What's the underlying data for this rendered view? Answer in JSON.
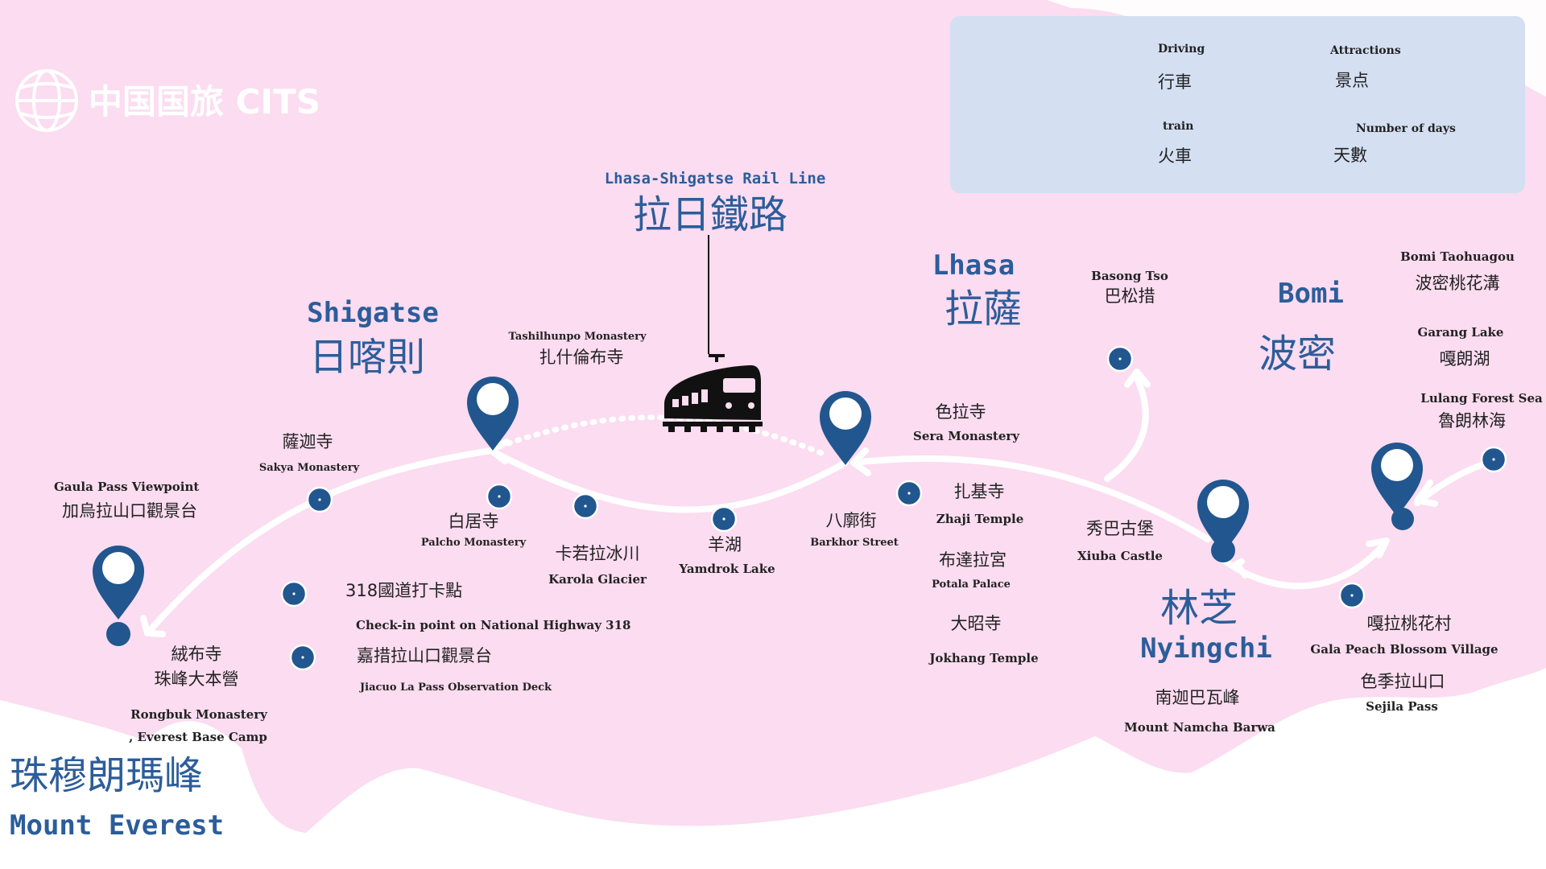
{
  "logo": {
    "text": "中国国旅 CITS"
  },
  "legend": {
    "driving_en": "Driving",
    "driving_zh": "行車",
    "train_en": "train",
    "train_zh": "火車",
    "attractions_en": "Attractions",
    "attractions_zh": "景点",
    "days_en": "Number of days",
    "days_zh": "天數"
  },
  "rail": {
    "en": "Lhasa-Shigatse Rail Line",
    "zh": "拉日鐵路"
  },
  "cities": {
    "shigatse": {
      "en": "Shigatse",
      "zh": "日喀則"
    },
    "lhasa": {
      "en": "Lhasa",
      "zh": "拉薩"
    },
    "bomi": {
      "en": "Bomi",
      "zh": "波密"
    },
    "nyingchi": {
      "zh": "林芝",
      "en": "Nyingchi"
    },
    "everest": {
      "zh": "珠穆朗瑪峰",
      "en": "Mount Everest"
    }
  },
  "attractions": {
    "gaula": {
      "en": "Gaula Pass Viewpoint",
      "zh": "加烏拉山口觀景台"
    },
    "sakya": {
      "zh": "薩迦寺",
      "en": "Sakya Monastery"
    },
    "tashilhunpo": {
      "en": "Tashilhunpo Monastery",
      "zh": "扎什倫布寺"
    },
    "palcho": {
      "zh": "白居寺",
      "en": "Palcho Monastery"
    },
    "karola": {
      "zh": "卡若拉冰川",
      "en": "Karola Glacier"
    },
    "yamdrok": {
      "zh": "羊湖",
      "en": "Yamdrok Lake"
    },
    "barkhor": {
      "zh": "八廓街",
      "en": "Barkhor Street"
    },
    "sera": {
      "zh": "色拉寺",
      "en": "Sera Monastery"
    },
    "zhaji": {
      "zh": "扎基寺",
      "en": "Zhaji Temple"
    },
    "potala": {
      "zh": "布達拉宮",
      "en": "Potala Palace"
    },
    "jokhang": {
      "zh": "大昭寺",
      "en": "Jokhang Temple"
    },
    "xiuba": {
      "zh": "秀巴古堡",
      "en": "Xiuba Castle"
    },
    "basong": {
      "en": "Basong Tso",
      "zh": "巴松措"
    },
    "namcha": {
      "zh": "南迦巴瓦峰",
      "en": "Mount Namcha Barwa"
    },
    "bomi_tao": {
      "en": "Bomi Taohuagou",
      "zh": "波密桃花溝"
    },
    "garang": {
      "en": "Garang Lake",
      "zh": "嘎朗湖"
    },
    "lulang": {
      "en": "Lulang Forest Sea",
      "zh": "魯朗林海"
    },
    "gala": {
      "zh": "嘎拉桃花村",
      "en": "Gala Peach Blossom Village"
    },
    "sejila": {
      "zh": "色季拉山口",
      "en": "Sejila Pass"
    },
    "hw318": {
      "zh": "318國道打卡點",
      "en": "Check-in point on National Highway 318"
    },
    "jiacuo": {
      "zh": "嘉措拉山口觀景台",
      "en": "Jiacuo La Pass Observation Deck"
    },
    "rongbuk": {
      "zh1": "絨布寺",
      "zh2": "珠峰大本營",
      "en1": "Rongbuk Monastery",
      "en2": ", Everest Base Camp"
    }
  },
  "colors": {
    "background": "#fbdcf0",
    "accent": "#2c5d9a",
    "route": "#ffffff",
    "legend_bg": "#d4dff2"
  }
}
